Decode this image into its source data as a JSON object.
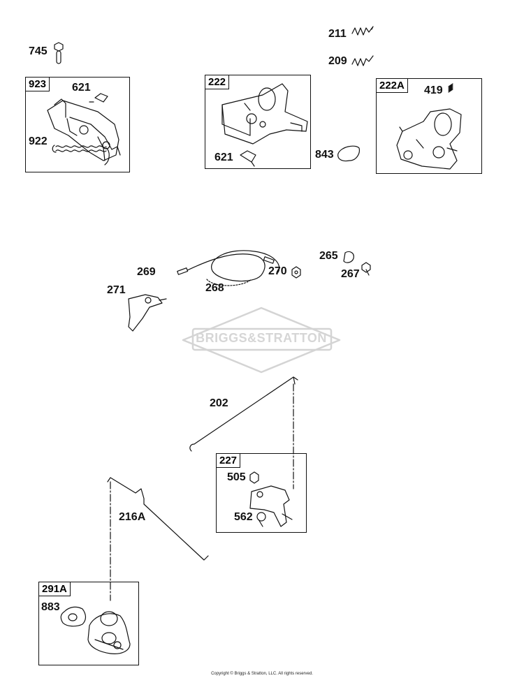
{
  "diagram": {
    "groups": [
      {
        "id": "923",
        "label": "923"
      },
      {
        "id": "222",
        "label": "222"
      },
      {
        "id": "222A",
        "label": "222A"
      },
      {
        "id": "227",
        "label": "227"
      },
      {
        "id": "291A",
        "label": "291A"
      }
    ],
    "parts": [
      {
        "id": "745",
        "label": "745",
        "name": "screw"
      },
      {
        "id": "621a",
        "label": "621",
        "name": "clip"
      },
      {
        "id": "922",
        "label": "922",
        "name": "spring"
      },
      {
        "id": "211",
        "label": "211",
        "name": "spring"
      },
      {
        "id": "209",
        "label": "209",
        "name": "spring"
      },
      {
        "id": "621b",
        "label": "621",
        "name": "clip"
      },
      {
        "id": "843",
        "label": "843",
        "name": "pad"
      },
      {
        "id": "419",
        "label": "419",
        "name": "spring"
      },
      {
        "id": "265",
        "label": "265",
        "name": "clamp"
      },
      {
        "id": "267",
        "label": "267",
        "name": "screw"
      },
      {
        "id": "269",
        "label": "269",
        "name": "cable-end"
      },
      {
        "id": "270",
        "label": "270",
        "name": "nut"
      },
      {
        "id": "268",
        "label": "268",
        "name": "cable"
      },
      {
        "id": "271",
        "label": "271",
        "name": "bracket"
      },
      {
        "id": "202",
        "label": "202",
        "name": "link"
      },
      {
        "id": "505",
        "label": "505",
        "name": "nut"
      },
      {
        "id": "562",
        "label": "562",
        "name": "screw"
      },
      {
        "id": "216A",
        "label": "216A",
        "name": "link"
      },
      {
        "id": "883",
        "label": "883",
        "name": "gasket"
      }
    ]
  },
  "watermark": {
    "text": "BRIGGS&STRATTON"
  },
  "footer": {
    "copyright": "Copyright © Briggs & Stratton, LLC. All rights reserved."
  }
}
